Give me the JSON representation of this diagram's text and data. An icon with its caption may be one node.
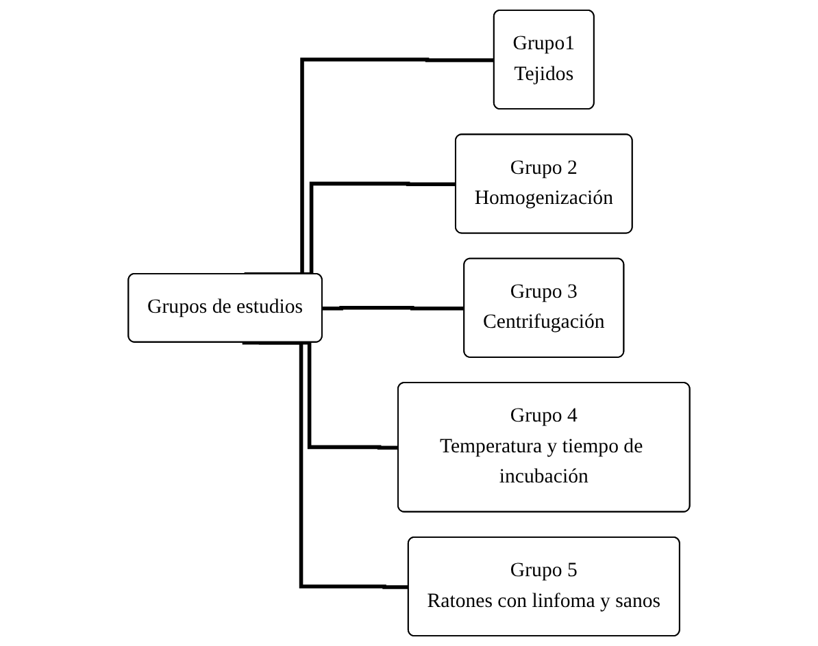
{
  "diagram": {
    "nodes": [
      {
        "text": [
          "Grupos de estudios"
        ]
      },
      {
        "text": [
          "Grupo1",
          "Tejidos"
        ]
      },
      {
        "text": [
          "Grupo 2",
          "Homogenización"
        ]
      },
      {
        "text": [
          "Grupo 3",
          "Centrifugación"
        ]
      },
      {
        "text": [
          "Grupo 4",
          "Temperatura y tiempo de incubación"
        ]
      },
      {
        "text": [
          "Grupo 5",
          "Ratones con linfoma y sanos"
        ]
      }
    ],
    "edges": [
      {
        "from": 0,
        "to": 1,
        "arrow": "none"
      },
      {
        "from": 0,
        "to": 2,
        "arrow": "none"
      },
      {
        "from": 0,
        "to": 3,
        "arrow": "none"
      },
      {
        "from": 0,
        "to": 4,
        "arrow": "none"
      },
      {
        "from": 0,
        "to": 5,
        "arrow": "none"
      }
    ]
  }
}
